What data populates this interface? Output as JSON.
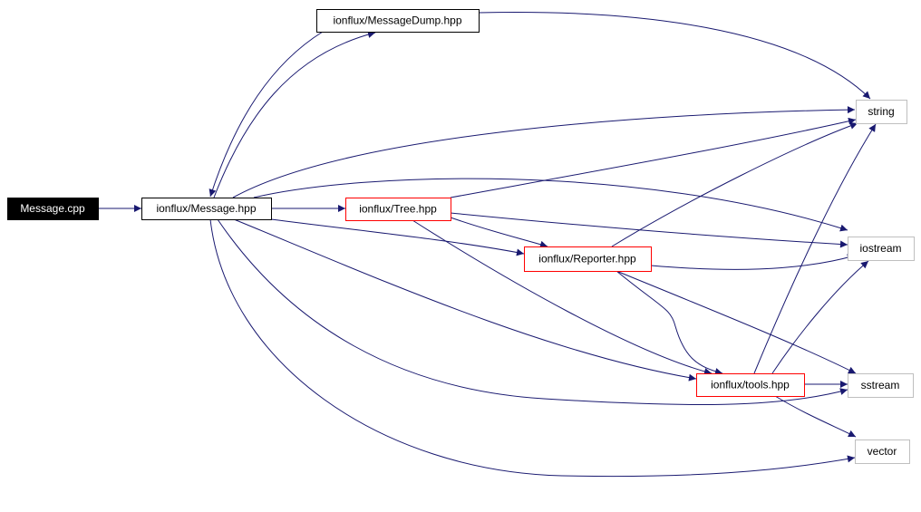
{
  "diagram": {
    "type": "include-dependency-graph",
    "colors": {
      "edge": "#191970",
      "root_fill": "#000000",
      "root_text": "#ffffff",
      "documented_border": "#000000",
      "incomplete_border": "#ff0000",
      "external_border": "#bfbfbf",
      "node_fill": "#ffffff",
      "node_text": "#000000"
    },
    "nodes": [
      {
        "id": "message_cpp",
        "label": "Message.cpp",
        "kind": "root"
      },
      {
        "id": "message_hpp",
        "label": "ionflux/Message.hpp",
        "kind": "documented"
      },
      {
        "id": "messagedump_hpp",
        "label": "ionflux/MessageDump.hpp",
        "kind": "documented"
      },
      {
        "id": "tree_hpp",
        "label": "ionflux/Tree.hpp",
        "kind": "incomplete"
      },
      {
        "id": "reporter_hpp",
        "label": "ionflux/Reporter.hpp",
        "kind": "incomplete"
      },
      {
        "id": "tools_hpp",
        "label": "ionflux/tools.hpp",
        "kind": "incomplete"
      },
      {
        "id": "string",
        "label": "string",
        "kind": "external"
      },
      {
        "id": "iostream",
        "label": "iostream",
        "kind": "external"
      },
      {
        "id": "sstream",
        "label": "sstream",
        "kind": "external"
      },
      {
        "id": "vector",
        "label": "vector",
        "kind": "external"
      }
    ],
    "edges": [
      {
        "from": "message_cpp",
        "to": "message_hpp"
      },
      {
        "from": "message_hpp",
        "to": "messagedump_hpp"
      },
      {
        "from": "messagedump_hpp",
        "to": "message_hpp"
      },
      {
        "from": "messagedump_hpp",
        "to": "string"
      },
      {
        "from": "message_hpp",
        "to": "string"
      },
      {
        "from": "message_hpp",
        "to": "iostream"
      },
      {
        "from": "message_hpp",
        "to": "tree_hpp"
      },
      {
        "from": "message_hpp",
        "to": "reporter_hpp"
      },
      {
        "from": "message_hpp",
        "to": "tools_hpp"
      },
      {
        "from": "message_hpp",
        "to": "sstream"
      },
      {
        "from": "message_hpp",
        "to": "vector"
      },
      {
        "from": "tree_hpp",
        "to": "string"
      },
      {
        "from": "tree_hpp",
        "to": "iostream"
      },
      {
        "from": "tree_hpp",
        "to": "reporter_hpp"
      },
      {
        "from": "tree_hpp",
        "to": "tools_hpp"
      },
      {
        "from": "reporter_hpp",
        "to": "string"
      },
      {
        "from": "reporter_hpp",
        "to": "iostream"
      },
      {
        "from": "reporter_hpp",
        "to": "tools_hpp"
      },
      {
        "from": "reporter_hpp",
        "to": "sstream"
      },
      {
        "from": "tools_hpp",
        "to": "string"
      },
      {
        "from": "tools_hpp",
        "to": "iostream"
      },
      {
        "from": "tools_hpp",
        "to": "sstream"
      },
      {
        "from": "tools_hpp",
        "to": "vector"
      }
    ]
  }
}
